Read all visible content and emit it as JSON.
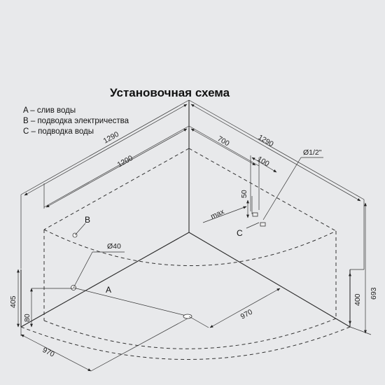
{
  "title": "Установочная схема",
  "legend": [
    "A – слив воды",
    "B – подводка электричества",
    "C – подводка воды"
  ],
  "dimensions": {
    "left_outer": "1290",
    "left_inner": "1200",
    "right_700": "700",
    "right_outer": "1290",
    "right_100": "100",
    "pipe_thread": "Ø1/2\"",
    "max_label": "max",
    "max_50": "50",
    "drain_diameter": "Ø40",
    "height_405": "405",
    "height_80": "80",
    "height_400": "400",
    "height_693": "693",
    "front_left_970": "970",
    "front_right_970": "970"
  },
  "markers": {
    "a": "A",
    "b": "B",
    "c": "C"
  }
}
